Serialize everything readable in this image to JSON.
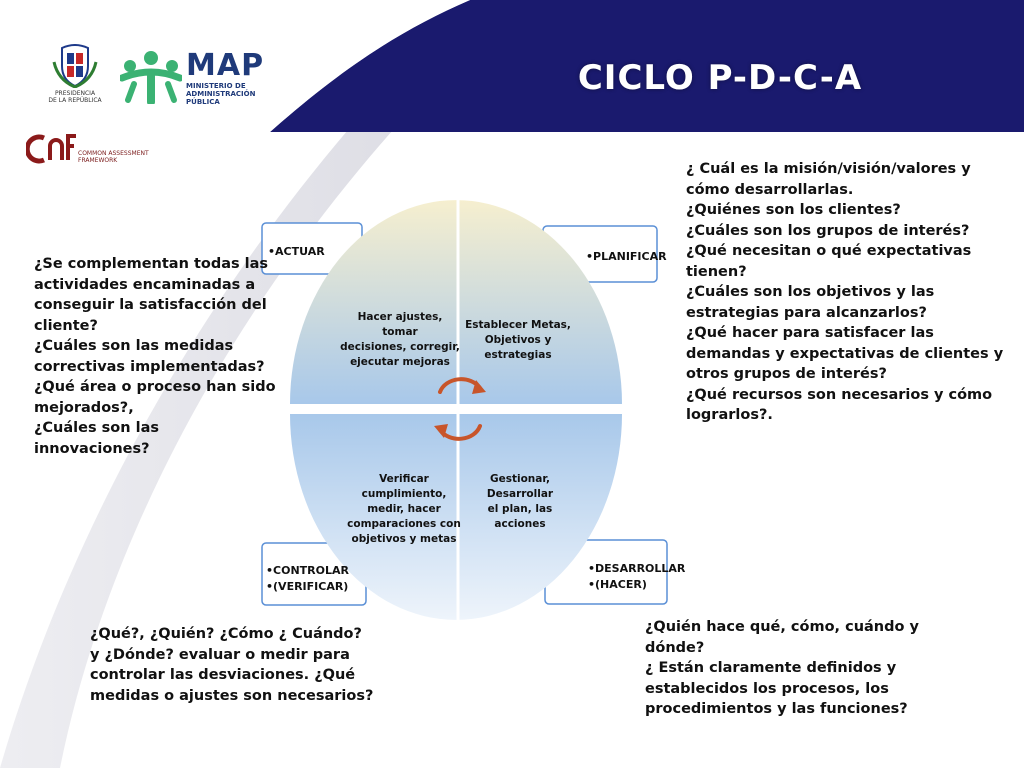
{
  "slide": {
    "title": "CICLO P-D-C-A",
    "colors": {
      "navy": "#1a1a6e",
      "accent_arrow": "#c8552a",
      "box_border": "#5a8fd6"
    }
  },
  "logos": {
    "presidencia": {
      "icon": "coat-of-arms-icon",
      "text": "PRESIDENCIA\nDE LA REPÚBLICA"
    },
    "map": {
      "icon": "people-figures-icon",
      "name": "MAP",
      "subtitle": "MINISTERIO DE\nADMINISTRACIÓN\nPÚBLICA"
    },
    "caf": {
      "icon": "caf-logo-icon",
      "text": "COMMON ASSESSMENT\nFRAMEWORK"
    }
  },
  "phases": {
    "actuar": {
      "label": "•ACTUAR",
      "quadrant_text": "Hacer ajustes, tomar\ndecisiones, corregir,\nejecutar mejoras"
    },
    "planificar": {
      "label": "•PLANIFICAR",
      "quadrant_text": "Establecer Metas,\nObjetivos y estrategias"
    },
    "controlar": {
      "label": "•CONTROLAR\n•(VERIFICAR)",
      "quadrant_text": "Verificar cumplimiento,\nmedir, hacer\ncomparaciones con\nobjetivos y metas"
    },
    "desarrollar": {
      "label": "•DESARROLLAR\n•(HACER)",
      "quadrant_text": "Gestionar, Desarrollar\nel plan, las acciones"
    }
  },
  "questions": {
    "actuar": "¿Se complementan todas las actividades encaminadas a conseguir la satisfacción del cliente?\n¿Cuáles son las medidas correctivas implementadas?\n¿Qué área o proceso han sido mejorados?,\n¿Cuáles  son las innovaciones?",
    "planificar": "¿ Cuál es la misión/visión/valores y cómo desarrollarlas.\n¿Quiénes son los clientes?\n¿Cuáles son los grupos de interés?\n¿Qué necesitan o qué expectativas tienen?\n¿Cuáles son los objetivos y las estrategias para alcanzarlos?\n¿Qué hacer para satisfacer las demandas y expectativas de clientes y otros grupos de interés?\n¿Qué recursos son necesarios y cómo lograrlos?.",
    "controlar": "¿Qué?, ¿Quién? ¿Cómo ¿ Cuándo?\ny  ¿Dónde? evaluar o medir para controlar las desviaciones. ¿Qué medidas o ajustes son necesarios?",
    "desarrollar": "¿Quién hace qué, cómo, cuándo y dónde?\n¿ Están claramente definidos y establecidos los procesos, los procedimientos y las funciones?"
  }
}
